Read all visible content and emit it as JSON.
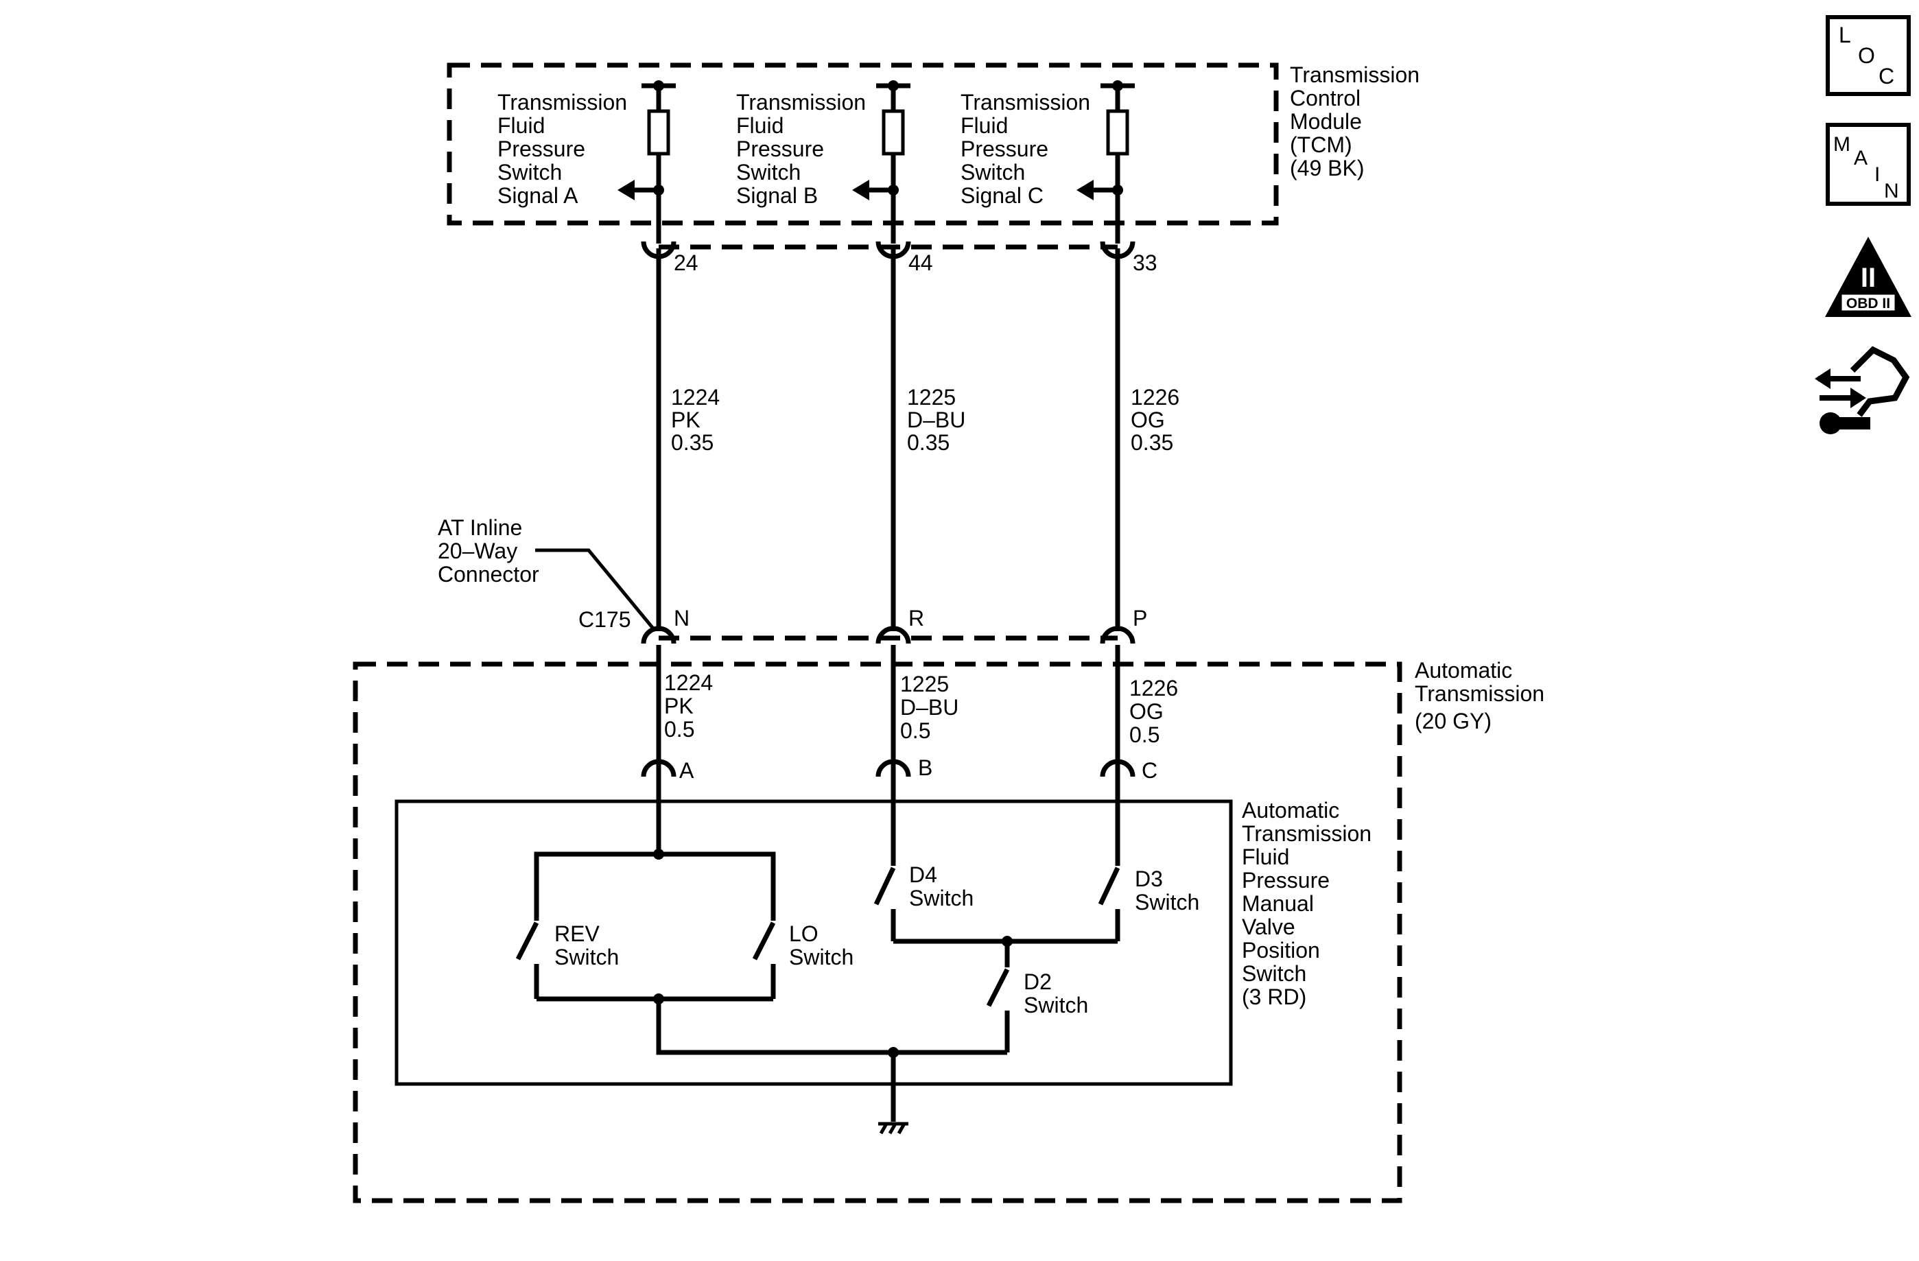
{
  "tcm": {
    "title": [
      "Transmission",
      "Control",
      "Module",
      "(TCM)",
      "(49 BK)"
    ],
    "signals": [
      {
        "lines": [
          "Transmission",
          "Fluid",
          "Pressure",
          "Switch",
          "Signal A"
        ],
        "pin": "24"
      },
      {
        "lines": [
          "Transmission",
          "Fluid",
          "Pressure",
          "Switch",
          "Signal B"
        ],
        "pin": "44"
      },
      {
        "lines": [
          "Transmission",
          "Fluid",
          "Pressure",
          "Switch",
          "Signal C"
        ],
        "pin": "33"
      }
    ]
  },
  "upper_wires": [
    {
      "circuit": "1224",
      "color": "PK",
      "gauge": "0.35"
    },
    {
      "circuit": "1225",
      "color": "D–BU",
      "gauge": "0.35"
    },
    {
      "circuit": "1226",
      "color": "OG",
      "gauge": "0.35"
    }
  ],
  "inline_connector": {
    "label": [
      "AT Inline",
      "20–Way",
      "Connector"
    ],
    "id": "C175",
    "pins": [
      "N",
      "R",
      "P"
    ]
  },
  "lower_wires": [
    {
      "circuit": "1224",
      "color": "PK",
      "gauge": "0.5"
    },
    {
      "circuit": "1225",
      "color": "D–BU",
      "gauge": "0.5"
    },
    {
      "circuit": "1226",
      "color": "OG",
      "gauge": "0.5"
    }
  ],
  "transmission": {
    "label": [
      "Automatic",
      "Transmission",
      "(20 GY)"
    ],
    "switch_pins": [
      "A",
      "B",
      "C"
    ]
  },
  "switch_assembly": {
    "label": [
      "Automatic",
      "Transmission",
      "Fluid",
      "Pressure",
      "Manual",
      "Valve",
      "Position",
      "Switch",
      "(3 RD)"
    ],
    "switches": {
      "rev": [
        "REV",
        "Switch"
      ],
      "lo": [
        "LO",
        "Switch"
      ],
      "d4": [
        "D4",
        "Switch"
      ],
      "d3": [
        "D3",
        "Switch"
      ],
      "d2": [
        "D2",
        "Switch"
      ]
    }
  },
  "side_icons": {
    "loc": [
      "L",
      "O",
      "C"
    ],
    "main": [
      "M",
      "A",
      "I",
      "N"
    ],
    "obd": {
      "numeral": "II",
      "caption": "OBD II"
    },
    "names": [
      "loc-icon",
      "main-icon",
      "obd-ii-icon",
      "diagnostic-connector-icon"
    ]
  }
}
